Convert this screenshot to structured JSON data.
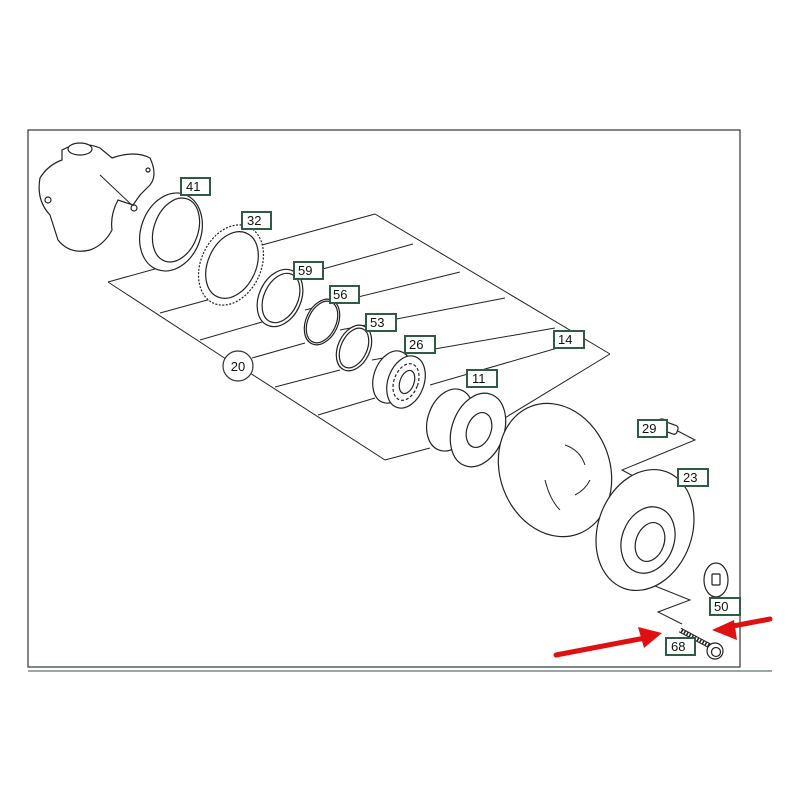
{
  "diagram": {
    "title": "Front wheel hub exploded parts diagram",
    "callouts": [
      "41",
      "32",
      "59",
      "56",
      "53",
      "26",
      "11",
      "14",
      "29",
      "23",
      "50",
      "68"
    ],
    "group_label": "20",
    "callout_border_color": "#2f5a44",
    "arrow_color": "#e01010",
    "highlighted_parts": [
      "68",
      "50"
    ]
  }
}
